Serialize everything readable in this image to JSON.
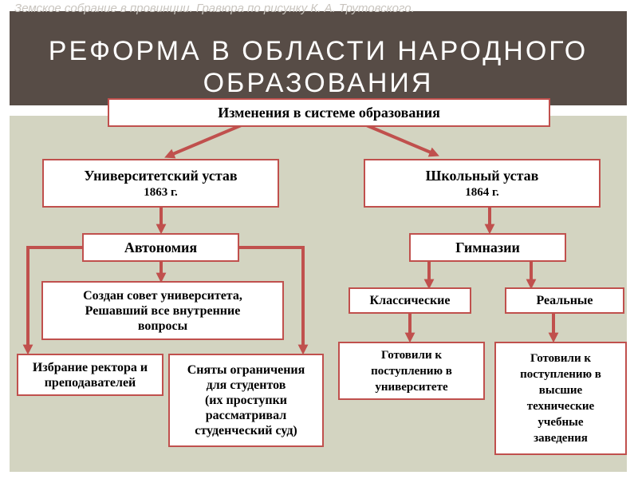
{
  "caption": "Земское собрание в провинции. Гравюра по рисунку К. А. Трутовского.",
  "title": "РЕФОРМА В ОБЛАСТИ НАРОДНОГО ОБРАЗОВАНИЯ",
  "arrow_color": "#c0504d",
  "nodes": {
    "root": "Изменения в системе образования",
    "university": {
      "label": "Университетский устав",
      "year": "1863 г."
    },
    "school": {
      "label": "Школьный  устав",
      "year": "1864 г."
    },
    "autonomy": "Автономия",
    "gymnasia": "Гимназии",
    "council": "Создан совет университета,\nРешавший все внутренние\nвопросы",
    "classical": "Классические",
    "real": "Реальные",
    "election": "Избрание ректора и\nпреподавателей",
    "restrictions": "Сняты ограничения\nдля студентов\n(их проступки\nрассматривал\nстуденческий суд)",
    "classical_goal": "Готовили к\nпоступлению в\nуниверситете",
    "real_goal": "Готовили к\nпоступлению в\nвысшие\nтехнические\nучебные\nзаведения"
  }
}
